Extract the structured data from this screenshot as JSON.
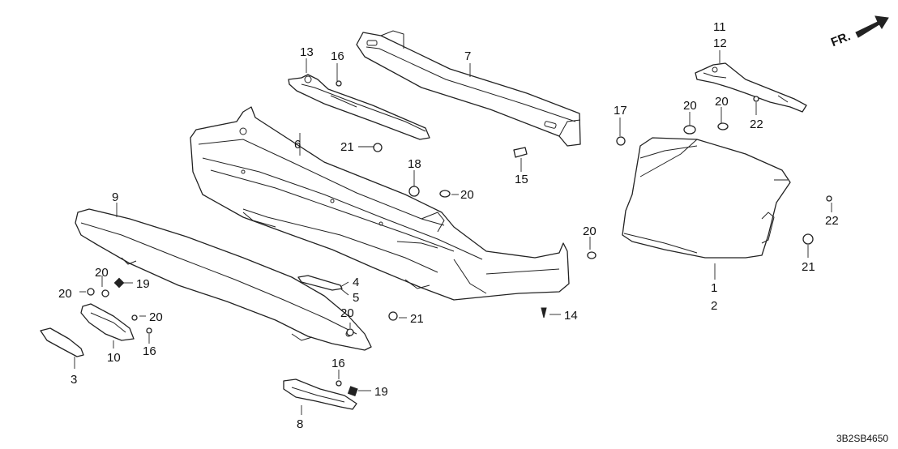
{
  "diagram": {
    "direction_label": "FR.",
    "drawing_code": "3B2SB4650",
    "callouts": {
      "c1": "1",
      "c2": "2",
      "c3": "3",
      "c4": "4",
      "c5": "5",
      "c6": "6",
      "c7": "7",
      "c8": "8",
      "c9": "9",
      "c10": "10",
      "c11": "11",
      "c12": "12",
      "c13": "13",
      "c14": "14",
      "c15": "15",
      "c16a": "16",
      "c16b": "16",
      "c16c": "16",
      "c17": "17",
      "c18": "18",
      "c19a": "19",
      "c19b": "19",
      "c20a": "20",
      "c20b": "20",
      "c20c": "20",
      "c20d": "20",
      "c20e": "20",
      "c20f": "20",
      "c20g": "20",
      "c20h": "20",
      "c21a": "21",
      "c21b": "21",
      "c21c": "21",
      "c22a": "22",
      "c22b": "22"
    }
  }
}
